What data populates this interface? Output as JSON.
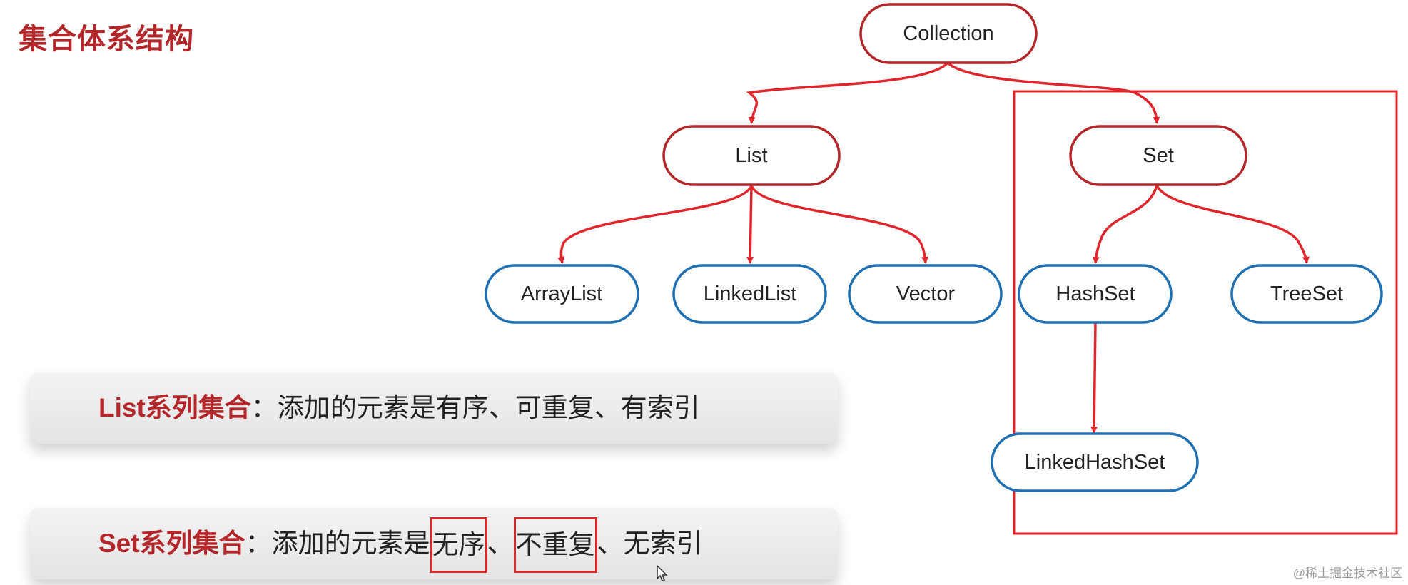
{
  "page": {
    "title": "集合体系结构"
  },
  "nodes": {
    "collection": "Collection",
    "list": "List",
    "set": "Set",
    "arraylist": "ArrayList",
    "linkedlist": "LinkedList",
    "vector": "Vector",
    "hashset": "HashSet",
    "treeset": "TreeSet",
    "linkedhashset": "LinkedHashSet"
  },
  "edges": [
    [
      "collection",
      "list"
    ],
    [
      "collection",
      "set"
    ],
    [
      "list",
      "arraylist"
    ],
    [
      "list",
      "linkedlist"
    ],
    [
      "list",
      "vector"
    ],
    [
      "set",
      "hashset"
    ],
    [
      "set",
      "treeset"
    ],
    [
      "hashset",
      "linkedhashset"
    ]
  ],
  "cards": {
    "list": {
      "term": "List系列集合",
      "colon": "：",
      "desc": "添加的元素是有序、可重复、有索引"
    },
    "set": {
      "term": "Set系列集合",
      "colon": "：",
      "desc_prefix": "添加的元素是",
      "highlight1": "无序",
      "sep1": "、",
      "highlight2": "不重复",
      "desc_suffix": "、无索引"
    }
  },
  "colors": {
    "interface_border": "#b3262a",
    "class_border": "#1f6fb3",
    "arrow": "#e0262d",
    "title": "#b3262a"
  },
  "watermark": "@稀土掘金技术社区"
}
